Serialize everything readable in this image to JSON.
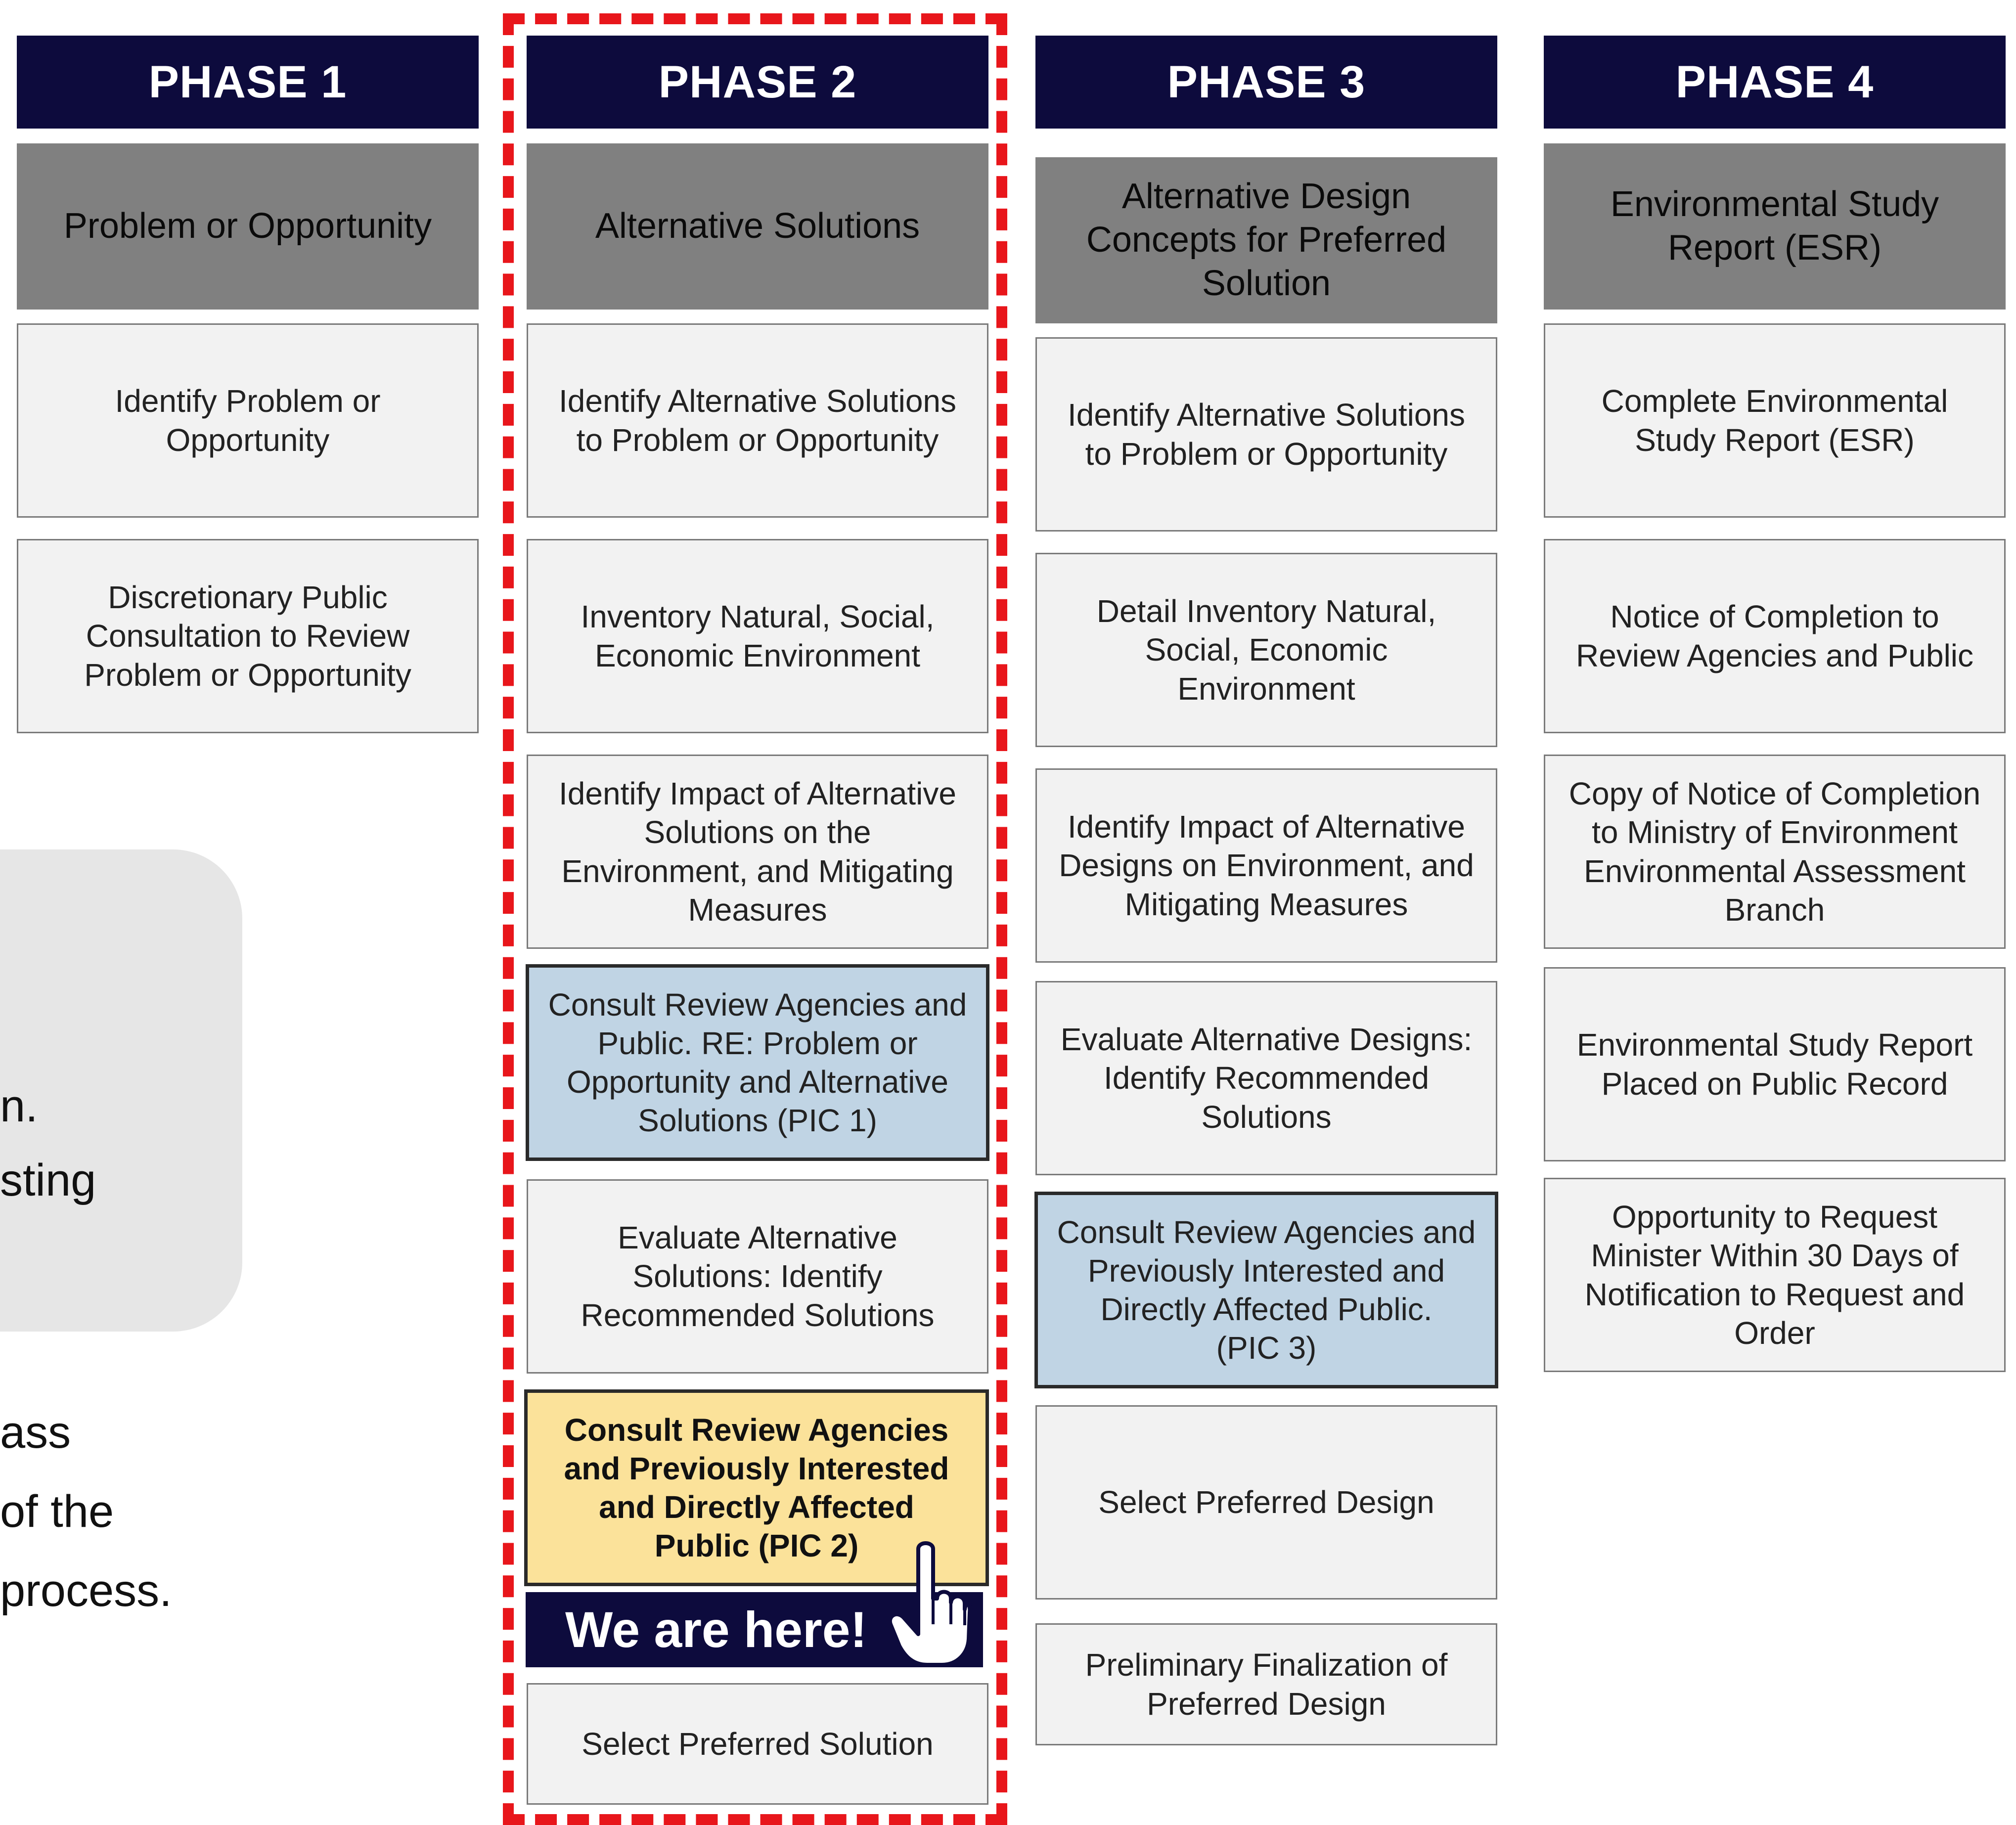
{
  "phases": [
    {
      "title": "PHASE 1",
      "category": "Problem or Opportunity",
      "steps": [
        "Identify Problem or\nOpportunity",
        "Discretionary Public\nConsultation to Review\nProblem or Opportunity"
      ]
    },
    {
      "title": "PHASE 2",
      "category": "Alternative Solutions",
      "steps": [
        "Identify Alternative Solutions\nto Problem or Opportunity",
        "Inventory Natural, Social,\nEconomic Environment",
        "Identify Impact of Alternative\nSolutions on the\nEnvironment, and Mitigating\nMeasures",
        "Consult Review Agencies and\nPublic. RE: Problem or\nOpportunity and Alternative\nSolutions (PIC 1)",
        "Evaluate Alternative\nSolutions: Identify\nRecommended Solutions",
        "Consult Review Agencies\nand Previously Interested\nand Directly Affected\nPublic (PIC 2)",
        "Select Preferred Solution"
      ]
    },
    {
      "title": "PHASE 3",
      "category": "Alternative Design\nConcepts for Preferred\nSolution",
      "steps": [
        "Identify Alternative Solutions\nto Problem or Opportunity",
        "Detail Inventory Natural,\nSocial, Economic\nEnvironment",
        "Identify Impact of Alternative\nDesigns on Environment, and\nMitigating Measures",
        "Evaluate Alternative Designs:\nIdentify Recommended\nSolutions",
        "Consult Review Agencies and\nPreviously Interested and\nDirectly Affected Public.\n(PIC 3)",
        "Select Preferred Design",
        "Preliminary Finalization of\nPreferred Design"
      ]
    },
    {
      "title": "PHASE 4",
      "category": "Environmental Study\nReport (ESR)",
      "steps": [
        "Complete Environmental\nStudy Report (ESR)",
        "Notice of Completion to\nReview Agencies and Public",
        "Copy of Notice of Completion\nto Ministry of Environment\nEnvironmental Assessment\nBranch",
        "Environmental Study Report\nPlaced on Public Record",
        "Opportunity to Request\nMinister Within 30 Days of\nNotification to Request and\nOrder"
      ]
    }
  ],
  "current_marker": "We are here!",
  "side_text": [
    "n.",
    "sting",
    "ass",
    " of the",
    " process."
  ],
  "colors": {
    "phase_header": "#0d0b3d",
    "category": "#808080",
    "step": "#f2f2f2",
    "consult": "#c0d4e4",
    "current": "#fbe29a",
    "highlight_frame": "#e8161b"
  },
  "icons": [
    "pointing-hand-icon"
  ]
}
